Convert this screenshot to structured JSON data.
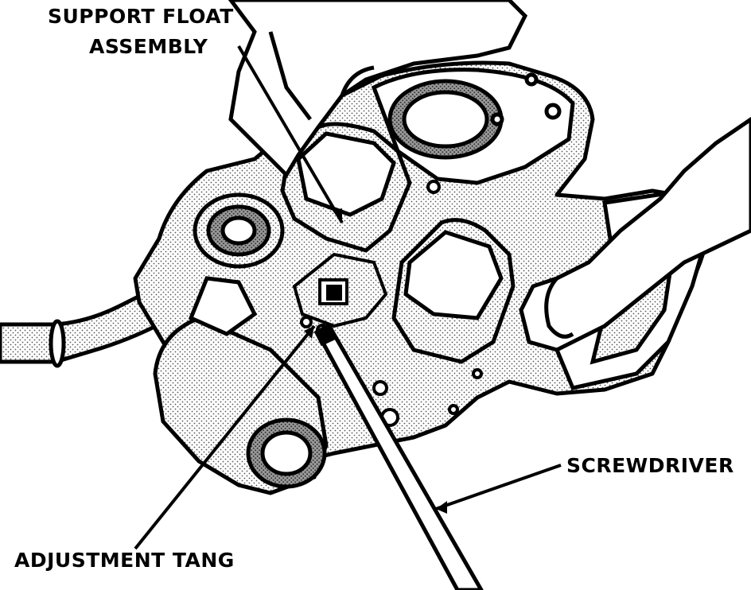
{
  "figure": {
    "labels": {
      "support_float_line1": "SUPPORT FLOAT",
      "support_float_line2": "ASSEMBLY",
      "screwdriver": "SCREWDRIVER",
      "adjustment_tang": "ADJUSTMENT TANG"
    },
    "colors": {
      "ink": "#000000",
      "paper": "#ffffff",
      "shade": "#bdbdbd"
    }
  }
}
